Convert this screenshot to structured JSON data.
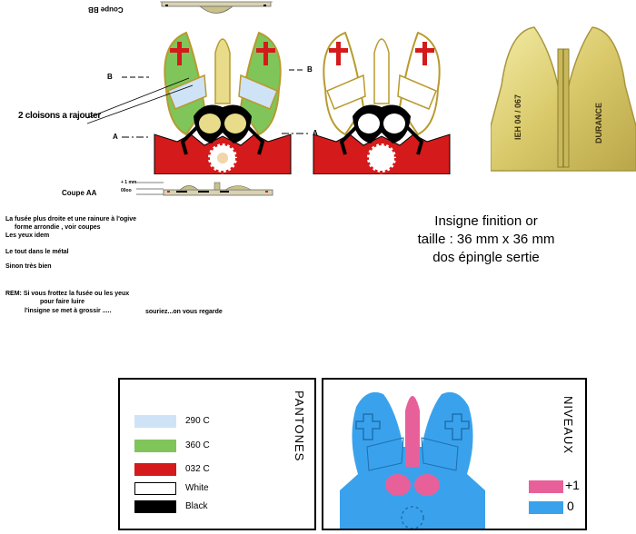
{
  "section_labels": {
    "coupe_bb": "Coupe BB",
    "coupe_aa": "Coupe AA",
    "cloisons": "2 cloisons a rajouter",
    "marker_b": "B",
    "marker_a": "A",
    "thickness_1mm": "+ 1 mm",
    "thickness_0": "00oo"
  },
  "notes": {
    "line1": "La fusée plus droite et une rainure  à l'ogive",
    "line2": "forme arrondie , voir coupes",
    "line3": "Les yeux idem",
    "line4": "Le tout dans le métal",
    "line5": "Sinon très bien",
    "rem1": "REM:  Si vous frottez la fusée ou les yeux",
    "rem2": "pour faire luire",
    "rem3": "l'insigne se met à grossir .....",
    "rem4": "souriez...on vous regarde"
  },
  "back_inscriptions": {
    "left": "IEH 04 / 067",
    "right": "DURANCE"
  },
  "specs": {
    "line1": "Insigne finition or",
    "line2": "taille : 36 mm x 36 mm",
    "line3": "dos épingle sertie"
  },
  "pantones": {
    "title": "PANTONES",
    "items": [
      {
        "label": "290 C",
        "color": "#cfe3f7"
      },
      {
        "label": "360 C",
        "color": "#7fc55a"
      },
      {
        "label": "032 C",
        "color": "#d41a1a"
      },
      {
        "label": "White",
        "color": "#ffffff"
      },
      {
        "label": "Black",
        "color": "#000000"
      }
    ]
  },
  "niveaux": {
    "title": "NIVEAUX",
    "items": [
      {
        "label": "+1",
        "color": "#e8609a"
      },
      {
        "label": "0",
        "color": "#3aa2ec"
      }
    ]
  }
}
